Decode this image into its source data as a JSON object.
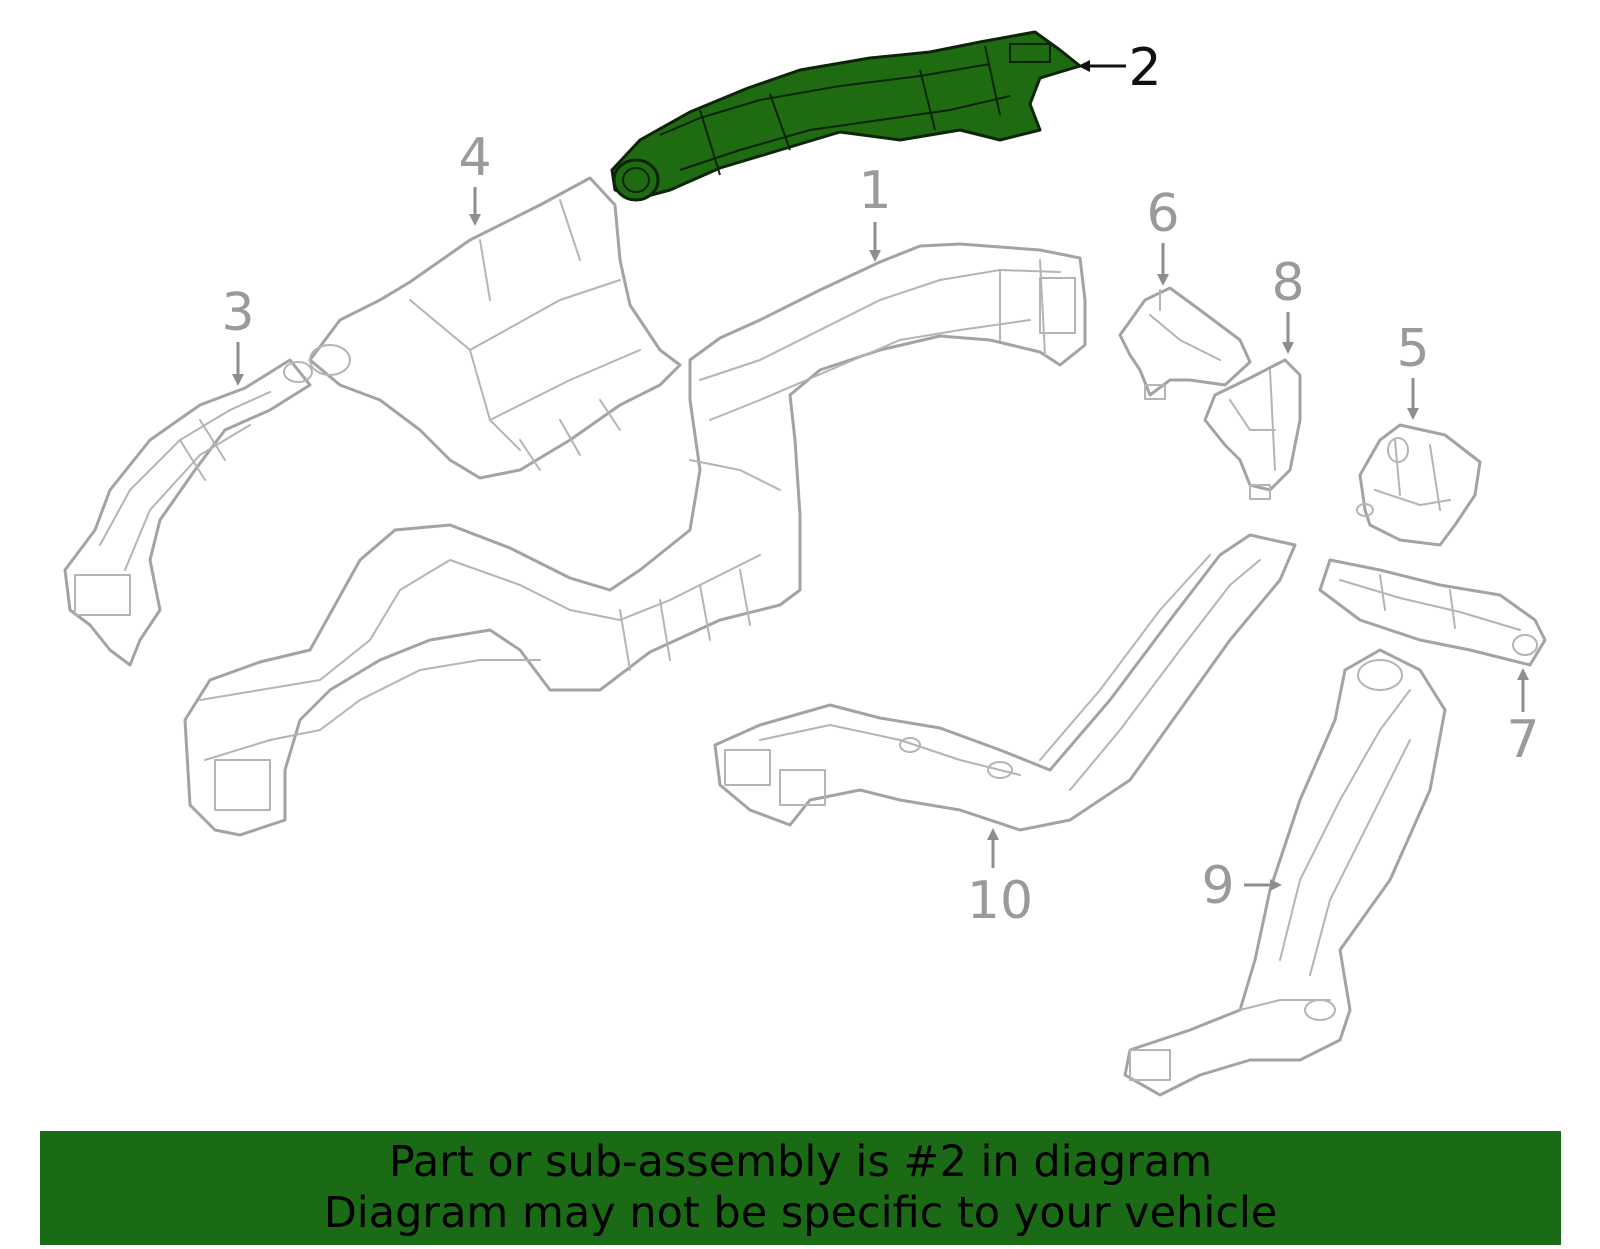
{
  "diagram": {
    "callouts": [
      {
        "id": "1",
        "label": "1"
      },
      {
        "id": "2",
        "label": "2"
      },
      {
        "id": "3",
        "label": "3"
      },
      {
        "id": "4",
        "label": "4"
      },
      {
        "id": "5",
        "label": "5"
      },
      {
        "id": "6",
        "label": "6"
      },
      {
        "id": "7",
        "label": "7"
      },
      {
        "id": "8",
        "label": "8"
      },
      {
        "id": "9",
        "label": "9"
      },
      {
        "id": "10",
        "label": "10"
      }
    ],
    "highlighted_part": "2",
    "colors": {
      "highlight_fill": "#1f6b12",
      "outline": "#a3a3a3",
      "footer_background": "#1b6b16"
    }
  },
  "footer": {
    "line1": "Part or sub-assembly is #2 in diagram",
    "line2": "Diagram may not be specific to your vehicle"
  }
}
